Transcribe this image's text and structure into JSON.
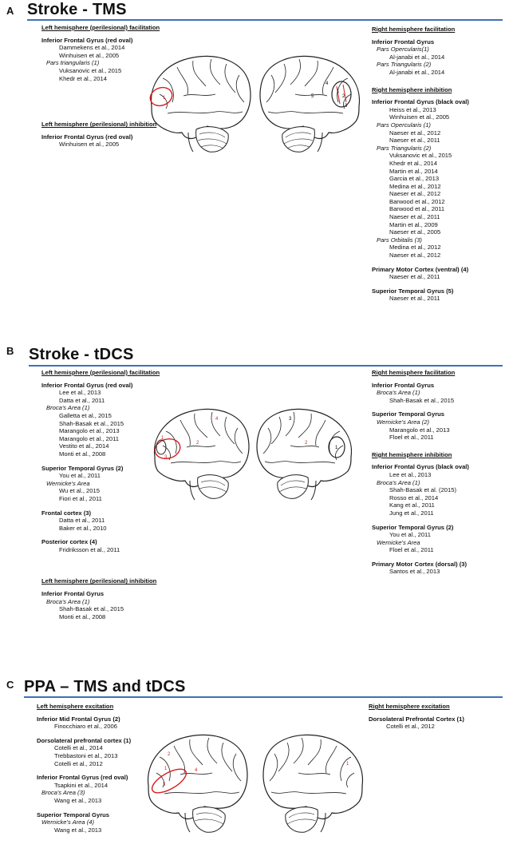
{
  "panels": [
    {
      "letter": "A",
      "title": "Stroke - TMS",
      "columns": [
        {
          "sections": [
            {
              "heading": "Left hemisphere (perilesional) facilitation",
              "blocks": [
                {
                  "region": "Inferior Frontal Gyrus (red oval)",
                  "refs": [
                    "Dammekens et al., 2014",
                    "Winhuisen et al., 2005"
                  ]
                },
                {
                  "sub": "Pars triangularis (1)",
                  "refs": [
                    "Vuksanovic et al., 2015",
                    "Khedr et al., 2014"
                  ]
                }
              ]
            },
            {
              "heading": "Left hemisphere (perilesional) inhibition",
              "blocks": [
                {
                  "region": "Inferior Frontal Gyrus (red oval)",
                  "refs": [
                    "Winhuisen et al., 2005"
                  ]
                }
              ]
            }
          ]
        },
        {
          "sections": [
            {
              "heading": "Right hemisphere facilitation",
              "blocks": [
                {
                  "region": "Inferior Frontal Gyrus"
                },
                {
                  "sub": "Pars Opercularis(1)",
                  "refs": [
                    "Al-janabi et al., 2014"
                  ]
                },
                {
                  "sub": "Pars Triangularis (2)",
                  "refs": [
                    "Al-janabi et al., 2014"
                  ]
                }
              ]
            },
            {
              "heading": "Right hemisphere inhibition",
              "blocks": [
                {
                  "region": "Inferior Frontal Gyrus (black oval)",
                  "refs": [
                    "Heiss et al., 2013",
                    "Winhuisen et al., 2005"
                  ]
                },
                {
                  "sub": "Pars Opercularis (1)",
                  "refs": [
                    "Naeser et al., 2012",
                    "Naeser et al., 2011"
                  ]
                },
                {
                  "sub": "Pars Triangularis (2)",
                  "refs": [
                    "Vuksanovic et al., 2015",
                    "Khedr et al., 2014",
                    "Martin et al., 2014",
                    "Garcia et al., 2013",
                    "Medina et al., 2012",
                    "Naeser et al., 2012",
                    "Barwood et al., 2012",
                    "Barwood et al., 2011",
                    "Naeser et al., 2011",
                    "Martin et al., 2009",
                    "Naeser et al., 2005"
                  ]
                },
                {
                  "sub": "Pars Orbitalis (3)",
                  "refs": [
                    "Medina et al., 2012",
                    "Naeser et al., 2012"
                  ]
                },
                {
                  "region": "Primary Motor Cortex (ventral) (4)",
                  "refs": [
                    "Naeser et al., 2011"
                  ]
                },
                {
                  "region": "Superior Temporal Gyrus (5)",
                  "refs": [
                    "Naeser et al., 2011"
                  ]
                }
              ]
            }
          ]
        }
      ],
      "brain_labels": {
        "left": [
          "1"
        ],
        "right": [
          "1",
          "2",
          "3",
          "4",
          "5"
        ]
      }
    },
    {
      "letter": "B",
      "title": "Stroke - tDCS",
      "columns": [
        {
          "sections": [
            {
              "heading": "Left hemisphere (perilesional) facilitation",
              "blocks": [
                {
                  "region": "Inferior Frontal Gyrus (red oval)",
                  "refs": [
                    "Lee et al., 2013",
                    "Datta et al., 2011"
                  ]
                },
                {
                  "sub": "Broca's Area (1)",
                  "refs": [
                    "Galletta et al., 2015",
                    "Shah-Basak et al., 2015",
                    "Marangolo et al., 2013",
                    "Marangolo et al., 2011",
                    "Vestito et al., 2014",
                    "Monti et al., 2008"
                  ]
                },
                {
                  "region": "Superior Temporal Gyrus (2)",
                  "refs": [
                    "You et al., 2011"
                  ]
                },
                {
                  "sub": "Wernicke's Area",
                  "refs": [
                    "Wu et al., 2015",
                    "Fiori et al., 2011"
                  ]
                },
                {
                  "region": "Frontal cortex (3)",
                  "refs": [
                    "Datta et al., 2011",
                    "Baker et al., 2010"
                  ]
                },
                {
                  "region": "Posterior cortex (4)",
                  "refs": [
                    "Fridriksson et al., 2011"
                  ]
                }
              ]
            },
            {
              "heading": "Left hemisphere (perilesional) inhibition",
              "blocks": [
                {
                  "region": "Inferior Frontal Gyrus"
                },
                {
                  "sub": "Broca's Area (1)",
                  "refs": [
                    "Shah-Basak et al., 2015",
                    "Monti et al., 2008"
                  ]
                }
              ]
            }
          ]
        },
        {
          "sections": [
            {
              "heading": "Right hemisphere facilitation",
              "blocks": [
                {
                  "region": "Inferior Frontal Gyrus"
                },
                {
                  "sub": "Broca's Area (1)",
                  "refs": [
                    "Shah-Basak et al., 2015"
                  ]
                },
                {
                  "region": "Superior Temporal Gyrus"
                },
                {
                  "sub": "Wernicke's Area (2)",
                  "refs": [
                    "Marangolo et al., 2013",
                    "Floel et al., 2011"
                  ]
                }
              ]
            },
            {
              "heading": "Right hemisphere inhibition",
              "blocks": [
                {
                  "region": "Inferior Frontal Gyrus (black oval)",
                  "refs": [
                    "Lee et al., 2013"
                  ]
                },
                {
                  "sub": "Broca's Area (1)",
                  "refs": [
                    "Shah-Basak et al. (2015)",
                    "Rosso et al., 2014",
                    "Kang et al., 2011",
                    "Jung et al., 2011"
                  ]
                },
                {
                  "region": "Superior Temporal Gyrus (2)",
                  "refs": [
                    "You et al., 2011"
                  ]
                },
                {
                  "sub": "Wernicke's Area",
                  "refs": [
                    "Floel et al., 2011"
                  ]
                },
                {
                  "region": "Primary Motor Cortex (dorsal) (3)",
                  "refs": [
                    "Santos et al., 2013"
                  ]
                }
              ]
            }
          ]
        }
      ],
      "brain_labels": {
        "left": [
          "1",
          "2",
          "3",
          "4"
        ],
        "right": [
          "1",
          "2",
          "3"
        ]
      }
    },
    {
      "letter": "C",
      "title": "PPA – TMS and tDCS",
      "columns": [
        {
          "sections": [
            {
              "heading": "Left hemisphere excitation",
              "blocks": [
                {
                  "region": "Inferior Mid Frontal Gyrus (2)",
                  "refs": [
                    "Finocchiaro et al., 2006"
                  ]
                },
                {
                  "region": "Dorsolateral prefrontal cortex (1)",
                  "refs": [
                    "Cotelli et al., 2014",
                    "Trebbastoni et al., 2013",
                    "Cotelli et al., 2012"
                  ]
                },
                {
                  "region": "Inferior Frontal Gyrus (red oval)",
                  "refs": [
                    "Tsapkini et al., 2014"
                  ]
                },
                {
                  "sub": "Broca's Area (3)",
                  "refs": [
                    "Wang et al., 2013"
                  ]
                },
                {
                  "region": "Superior Temporal Gyrus"
                },
                {
                  "sub": "Wernicke's Area (4)",
                  "refs": [
                    "Wang et al., 2013"
                  ]
                }
              ]
            }
          ]
        },
        {
          "sections": [
            {
              "heading": "Right hemisphere excitation",
              "blocks": [
                {
                  "region": "Dorsolateral Prefrontal Cortex (1)",
                  "refs": [
                    "Cotelli et al., 2012"
                  ]
                }
              ]
            }
          ]
        }
      ],
      "brain_labels": {
        "left": [
          "1",
          "2",
          "3",
          "4"
        ],
        "right": [
          "1"
        ]
      }
    }
  ],
  "colors": {
    "rule": "#3e71b8",
    "highlight": "#d42020",
    "outline": "#222222"
  }
}
